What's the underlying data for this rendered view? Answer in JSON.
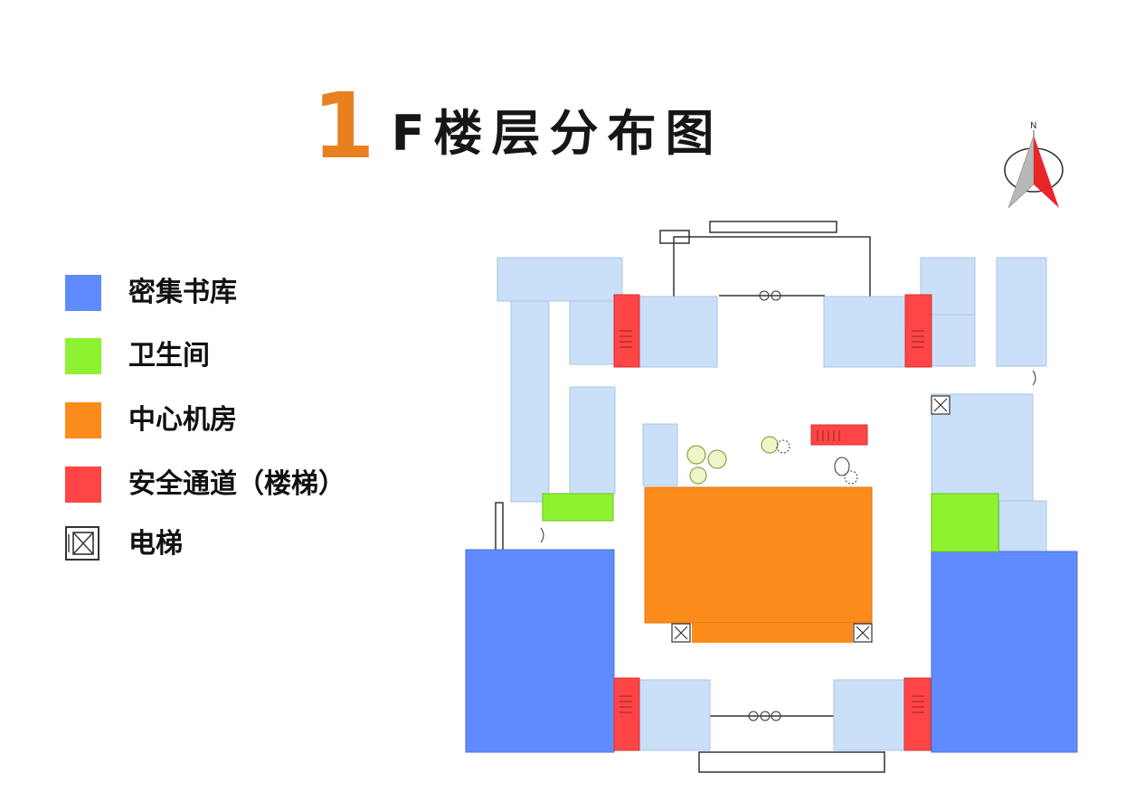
{
  "title": {
    "number": "1",
    "text": "F楼层分布图"
  },
  "compass": {
    "north_label": "N"
  },
  "colors": {
    "stacks": "#5f8bff",
    "restroom": "#8ef230",
    "machine_room": "#fb8c1c",
    "safety_exit": "#ff4545",
    "room_light": "#c9e0f8",
    "title_accent": "#e8801f"
  },
  "legend": [
    {
      "key": "stacks",
      "label": "密集书库",
      "color": "#5f8bff",
      "icon": "swatch"
    },
    {
      "key": "restroom",
      "label": "卫生间",
      "color": "#8ef230",
      "icon": "swatch"
    },
    {
      "key": "machine_room",
      "label": "中心机房",
      "color": "#fb8c1c",
      "icon": "swatch"
    },
    {
      "key": "safety_exit",
      "label": "安全通道（楼梯）",
      "color": "#ff4545",
      "icon": "swatch"
    },
    {
      "key": "elevator",
      "label": "电梯",
      "color": "#444444",
      "icon": "elevator-icon"
    }
  ]
}
